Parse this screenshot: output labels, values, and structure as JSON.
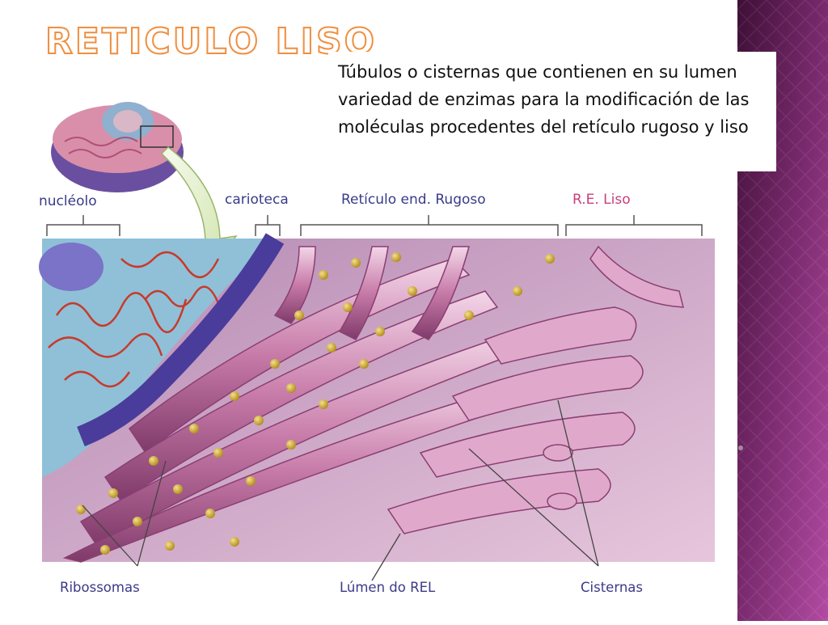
{
  "slide": {
    "title": "RETICULO LISO",
    "description": "Túbulos o cisternas que contienen en su lumen variedad de enzimas  para la modificación de las moléculas procedentes del retículo rugoso y liso"
  },
  "diagram": {
    "top_labels": {
      "nucleolo": "nucléolo",
      "carioteca": "carioteca",
      "rer": "Retículo end. Rugoso",
      "rel": "R.E. Liso"
    },
    "bottom_labels": {
      "ribossomas": "Ribossomas",
      "lumen": "Lúmen do REL",
      "cisternas": "Cisternas"
    }
  },
  "colors": {
    "title_outline": "#ef8f3f",
    "side_stripe": "#8e2f7e",
    "membrane": "#c77aa8",
    "ribosome": "#d4b23a"
  }
}
